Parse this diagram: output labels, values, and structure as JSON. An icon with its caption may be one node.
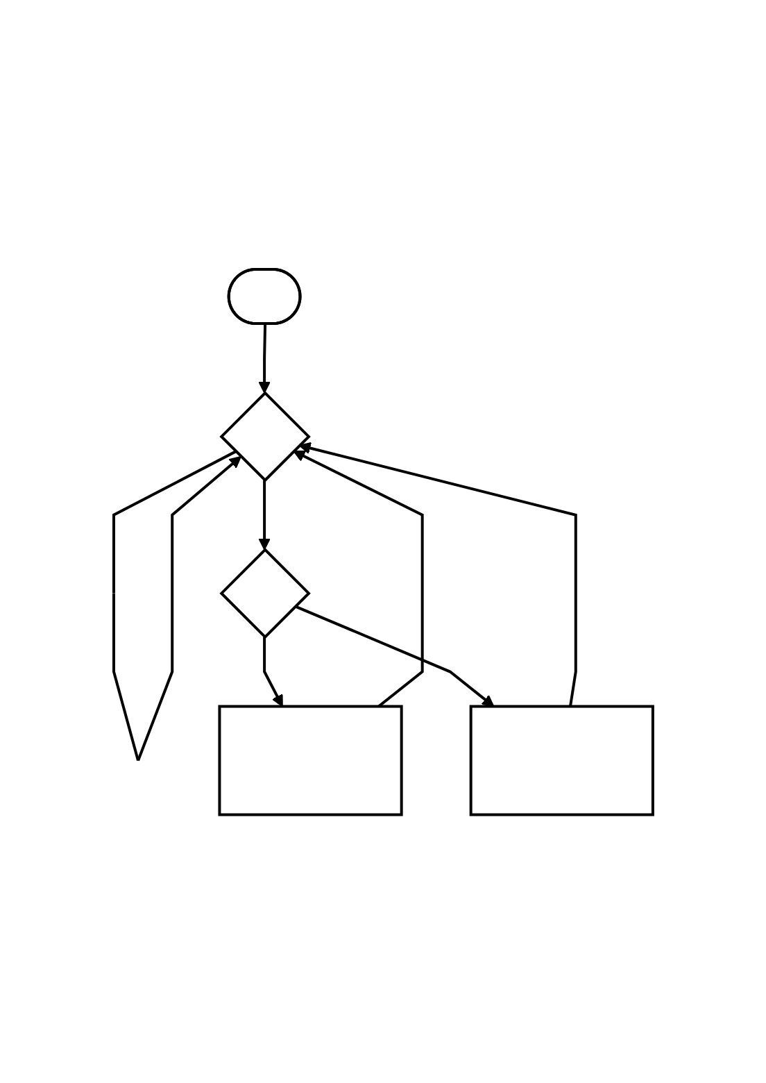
{
  "diagram": {
    "nodes": [
      {
        "text": [],
        "shape": "ellipse"
      },
      {
        "text": [],
        "shape": "diamond"
      },
      {
        "text": [],
        "shape": "diamond"
      },
      {
        "text": [],
        "shape": "box"
      },
      {
        "text": [],
        "shape": "box"
      }
    ],
    "edges": [
      {
        "from": 0,
        "to": 1,
        "arrow": "to"
      },
      {
        "from": 1,
        "to": 1,
        "arrow": "to"
      },
      {
        "from": 1,
        "to": 2,
        "arrow": "to"
      },
      {
        "from": 2,
        "to": 3,
        "arrow": "to"
      },
      {
        "from": 2,
        "to": 4,
        "arrow": "to"
      },
      {
        "from": 3,
        "to": 1,
        "arrow": "to"
      },
      {
        "from": 4,
        "to": 1,
        "arrow": "to"
      }
    ]
  }
}
